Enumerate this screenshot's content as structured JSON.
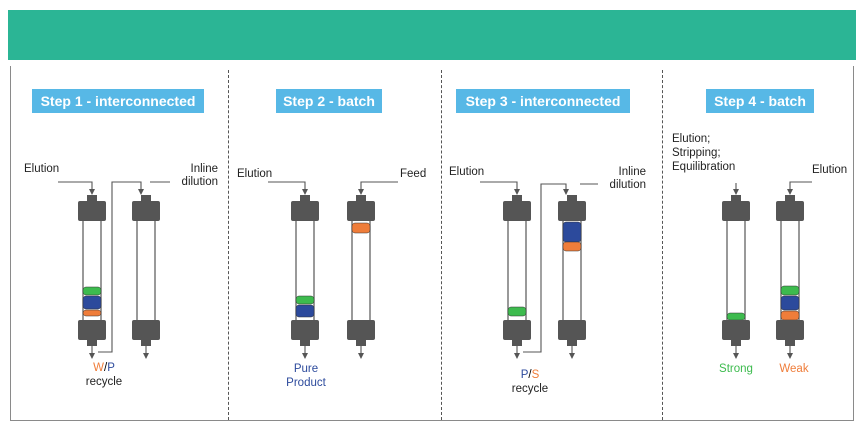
{
  "colors": {
    "banner": "#2bb595",
    "step_title_bg": "#57b8e6",
    "band_green": "#3dbb4e",
    "band_blue": "#2c4a9c",
    "band_orange": "#ef7d3a",
    "outcome_orange": "#ef7d3a",
    "outcome_blue": "#2c4a9c",
    "outcome_green": "#3dbb4e",
    "column_cap": "#555555"
  },
  "steps": [
    {
      "title": "Step 1 - interconnected",
      "labels": {
        "left": "Elution",
        "right_line1": "Inline",
        "right_line2": "dilution"
      },
      "outcome": {
        "part1": "W",
        "slash": "/",
        "part2": "P",
        "line2": "recycle"
      }
    },
    {
      "title": "Step 2 - batch",
      "labels": {
        "left": "Elution",
        "right": "Feed"
      },
      "outcome": {
        "line1": "Pure",
        "line2": "Product"
      }
    },
    {
      "title": "Step 3 - interconnected",
      "labels": {
        "left": "Elution",
        "right_line1": "Inline",
        "right_line2": "dilution"
      },
      "outcome": {
        "part1": "P",
        "slash": "/",
        "part2": "S",
        "line2": "recycle"
      }
    },
    {
      "title": "Step 4 - batch",
      "labels": {
        "left_line1": "Elution;",
        "left_line2": "Stripping;",
        "left_line3": "Equilibration",
        "right": "Elution"
      },
      "outcome": {
        "left": "Strong",
        "right": "Weak"
      }
    }
  ]
}
